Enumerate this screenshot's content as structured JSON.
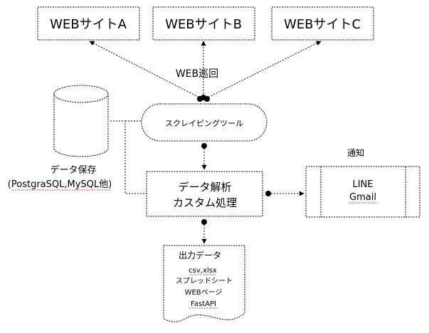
{
  "sites": [
    {
      "label": "WEBサイトA"
    },
    {
      "label": "WEBサイトB"
    },
    {
      "label": "WEBサイトC"
    }
  ],
  "crawl_label": "WEB巡回",
  "scraper_label": "スクレイピングツール",
  "storage": {
    "title": "データ保存",
    "subtitle": "(PostgraSQL,MySQL他)"
  },
  "analysis": {
    "line1": "データ解析",
    "line2": "カスタム処理"
  },
  "notify": {
    "title": "通知",
    "line1": "LINE",
    "line2": "Gmail"
  },
  "output": {
    "title": "出力データ",
    "items": [
      "csv,xlsx",
      "スプレッドシート",
      "WEBページ",
      "FastAPI"
    ]
  }
}
